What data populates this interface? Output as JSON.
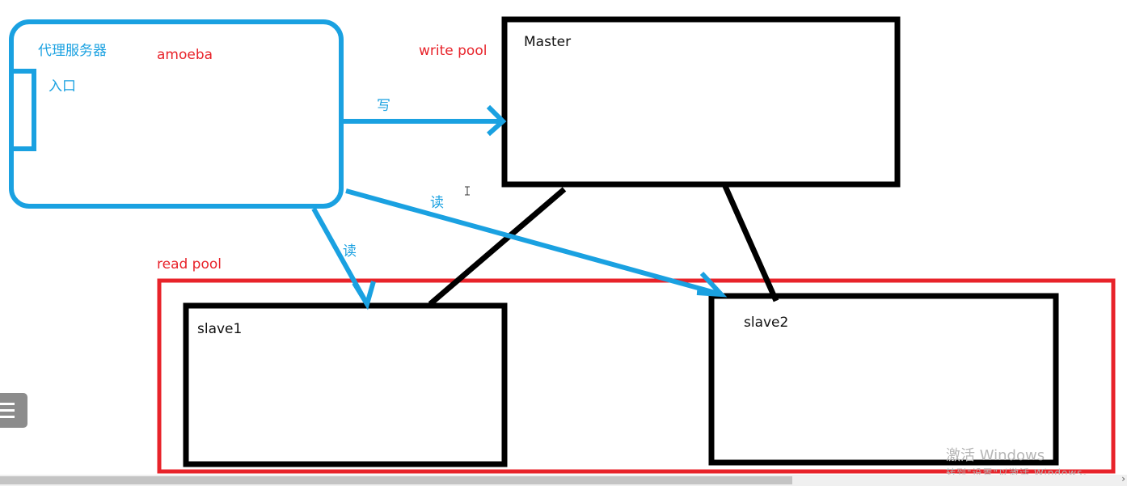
{
  "labels": {
    "proxy_title": "代理服务器",
    "amoeba": "amoeba",
    "entrance": "入口",
    "write_pool": "write pool",
    "master": "Master",
    "write": "写",
    "read_1": "读",
    "read_2": "读",
    "read_pool": "read pool",
    "slave1": "slave1",
    "slave2": "slave2"
  },
  "watermark": {
    "line1": "激活 Windows",
    "line2": "转到\"设置\"以激活 Windows。"
  },
  "colors": {
    "proxy": "#1aa1e1",
    "pool_label": "#e8232a",
    "read_pool_border": "#e8232a",
    "server_border": "#000000"
  }
}
